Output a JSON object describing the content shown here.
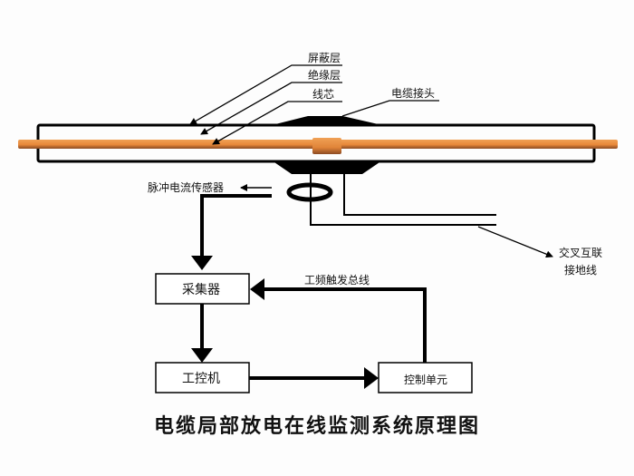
{
  "title": "电缆局部放电在线监测系统原理图",
  "colors": {
    "core": "#e8893a",
    "core_shade": "#a0522d",
    "line": "#000000",
    "background": "#fdfdfd"
  },
  "cable_labels": {
    "shield": "屏蔽层",
    "insulation": "绝缘层",
    "core": "线芯",
    "joint": "电缆接头"
  },
  "sensor_label": "脉冲电流传感器",
  "grounding_label": [
    "交叉互联",
    "接地线"
  ],
  "bus_label": "工频触发总线",
  "boxes": {
    "collector": "采集器",
    "ipc": "工控机",
    "control_unit": "控制单元"
  }
}
